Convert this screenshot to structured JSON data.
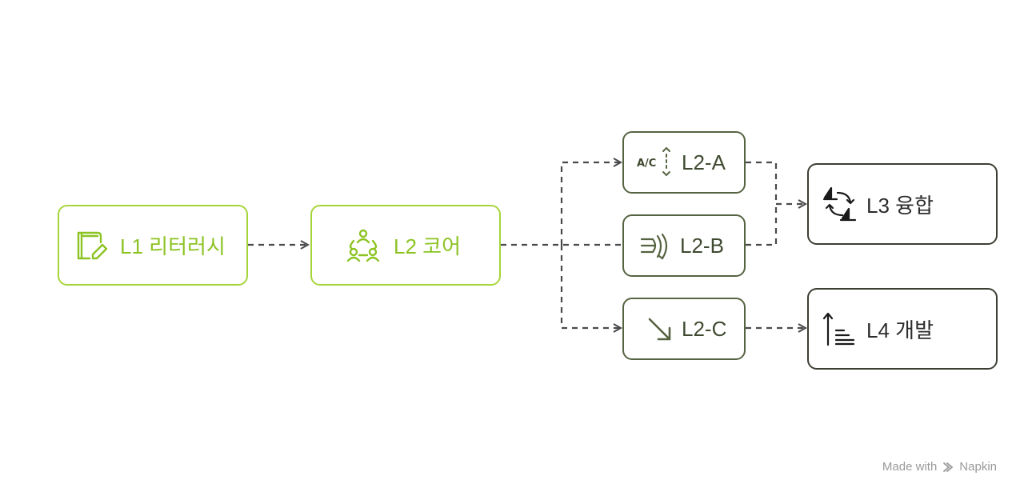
{
  "nodes": {
    "l1": {
      "label": "L1 리터러시",
      "icon": "notebook-pen-icon"
    },
    "l2core": {
      "label": "L2 코어",
      "icon": "team-cycle-icon"
    },
    "l2a": {
      "label": "L2-A",
      "icon": "ac-adjust-icon",
      "icon_text": "A/C"
    },
    "l2b": {
      "label": "L2-B",
      "icon": "layers-bracket-icon"
    },
    "l2c": {
      "label": "L2-C",
      "icon": "arrow-down-right-icon"
    },
    "l3": {
      "label": "L3 융합",
      "icon": "sailboat-cycle-icon"
    },
    "l4": {
      "label": "L4 개발",
      "icon": "ascending-list-icon"
    }
  },
  "colors": {
    "lime": "#a6d53a",
    "olive": "#566340",
    "dark": "#3a3f33",
    "connector": "#4a4a4a"
  },
  "footer": {
    "made_with": "Made with",
    "brand": "Napkin"
  }
}
